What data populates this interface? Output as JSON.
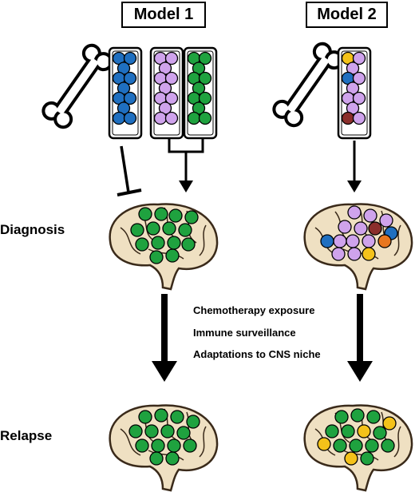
{
  "models": [
    {
      "label": "Model 1"
    },
    {
      "label": "Model 2"
    }
  ],
  "stages": {
    "diagnosis": "Diagnosis",
    "relapse": "Relapse"
  },
  "factors": [
    "Chemotherapy exposure",
    "Immune surveillance",
    "Adaptations to CNS niche"
  ],
  "colors": {
    "blue": "#1f6fc0",
    "purple": "#cfa3ec",
    "green": "#1fa23f",
    "yellow": "#f4c21a",
    "darkred": "#8b2e2b",
    "orange": "#e8771f",
    "brain": "#efe0c2",
    "brain_outline": "#3a2a1a"
  }
}
